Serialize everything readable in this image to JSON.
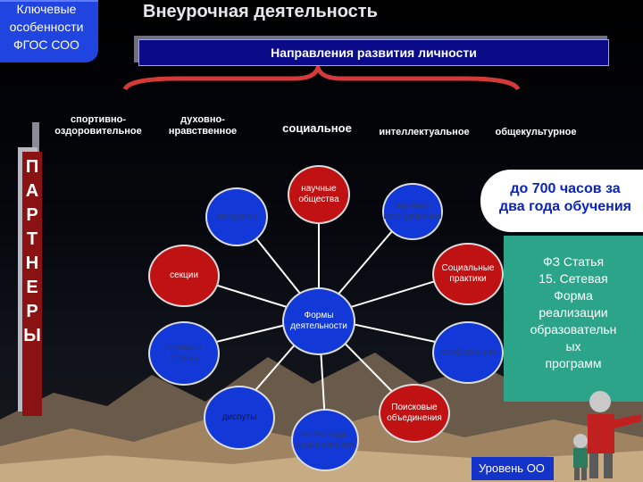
{
  "title": "Внеурочная деятельность",
  "key_features": [
    "Ключевые",
    "особенности",
    "ФГОС СОО"
  ],
  "directions_header": "Направления развития личности",
  "branches": [
    {
      "lines": [
        "спортивно-",
        "оздоровительное"
      ]
    },
    {
      "lines": [
        "духовно-",
        "нравственное"
      ]
    },
    {
      "lines": [
        "социальное"
      ]
    },
    {
      "lines": [
        "интеллектуальное"
      ]
    },
    {
      "lines": [
        "общекультурное"
      ]
    }
  ],
  "partners_letters": [
    "П",
    "А",
    "Р",
    "Т",
    "Н",
    "Е",
    "Р",
    "Ы"
  ],
  "circles": {
    "center": [
      "Формы",
      "деятельности"
    ],
    "top": [
      "научные",
      "общества"
    ],
    "research": [
      "научные",
      "исследования"
    ],
    "social": [
      "Социальные",
      "практики"
    ],
    "conference": [
      "конференции"
    ],
    "search": [
      "Поисковые",
      "объединения"
    ],
    "olympiad": [
      "олимпиады",
      "соревнования"
    ],
    "debates": [
      "диспуты"
    ],
    "circles_studios": [
      "кружки и",
      "студии"
    ],
    "sections": [
      "секции"
    ],
    "excursions": [
      "экскурсии"
    ]
  },
  "hours_text": [
    "до 700 часов за",
    "два года обучения"
  ],
  "law_text": [
    "ФЗ  Статья",
    "15. Сетевая",
    "Форма",
    "реализации",
    "образовательн",
    "ых",
    "программ"
  ],
  "level_label": "Уровень ОО",
  "colors": {
    "blue": "#1238d8",
    "red": "#c01212",
    "green": "#2ba489",
    "partner": "#8b1212"
  }
}
